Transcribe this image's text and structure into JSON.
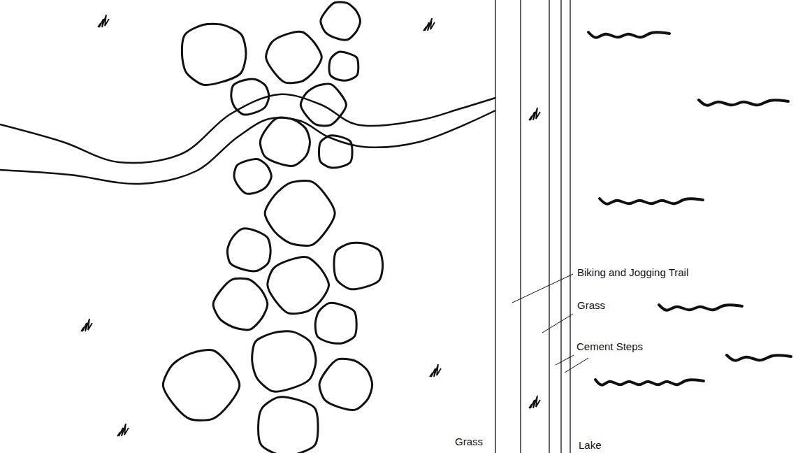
{
  "diagram": {
    "labels": [
      "Biking and Jogging Trail",
      "Grass",
      "Cement Steps",
      "Grass",
      "Lake"
    ]
  }
}
